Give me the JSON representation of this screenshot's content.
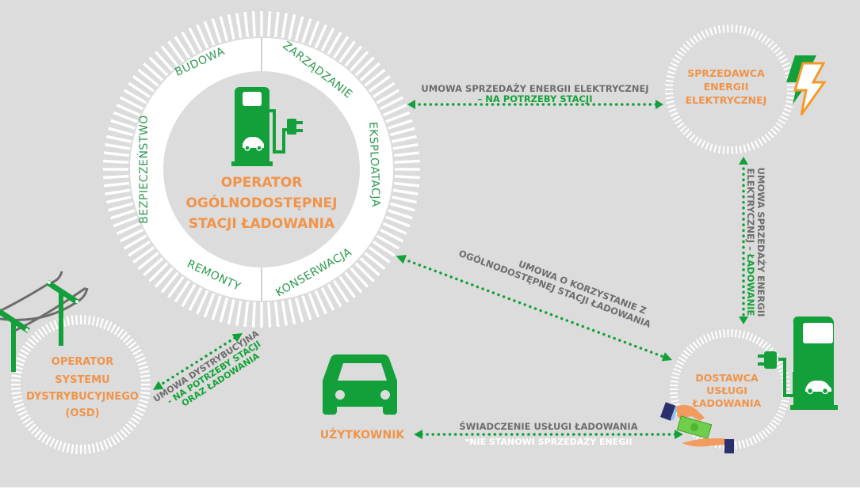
{
  "colors": {
    "background": "#dcdcdc",
    "green": "#13a03a",
    "orange": "#f0944a",
    "gray_text": "#6d6d6d",
    "white": "#ffffff",
    "ring_text": "#2e9a52"
  },
  "operator": {
    "title_lines": [
      "OPERATOR",
      "OGÓLNODOSTĘPNEJ",
      "STACJI ŁADOWANIA"
    ],
    "icon": "ev-charging-station-icon",
    "ring_segments": [
      "BUDOWA",
      "ZARZĄDZANIE",
      "EKSPLOATACJA",
      "KONSERWACJA",
      "REMONTY",
      "BEZPIECZEŃSTWO"
    ]
  },
  "seller": {
    "title_lines": [
      "SPRZEDAWCA",
      "ENERGII",
      "ELEKTRYCZNEJ"
    ],
    "icon": "lightning-bolt-icon"
  },
  "osd": {
    "title_lines": [
      "OPERATOR",
      "SYSTEMU",
      "DYSTRYBUCYJNEGO",
      "(OSD)"
    ],
    "icon": "power-line-pylon-icon"
  },
  "provider": {
    "title_lines": [
      "DOSTAWCA",
      "USŁUGI",
      "ŁADOWANIA"
    ],
    "icons": [
      "ev-charging-station-icon",
      "cash-payment-hands-icon"
    ]
  },
  "user": {
    "label": "UŻYTKOWNIK",
    "icon": "car-front-icon"
  },
  "relations": {
    "energy_sale_station": {
      "line1": "UMOWA SPRZEDAŻY ENERGII ELEKTRYCZNEJ",
      "line2": "– NA POTRZEBY STACJI"
    },
    "energy_sale_charging": {
      "line1": "UMOWA SPRZEDAŻY ENERGII",
      "line2_gray": "ELEKTRYCZNEJ – ",
      "line2_green": "ŁADOWANIE"
    },
    "station_use": {
      "line1": "UMOWA O KORZYSTANIE Z",
      "line2": "OGÓLNODOSTĘPNEJ STACJI ŁADOWANIA"
    },
    "distribution": {
      "line1": "UMOWA DYSTRYBUCYJNA",
      "line2": "- NA POTRZEBY STACJI",
      "line3": "ORAZ ŁADOWANIA"
    },
    "charging_service": {
      "line1": "ŚWIADCZENIE USŁUGI ŁADOWANIA",
      "note": "*NIE STANOWI SPRZEDAŻY ENEGII"
    }
  }
}
